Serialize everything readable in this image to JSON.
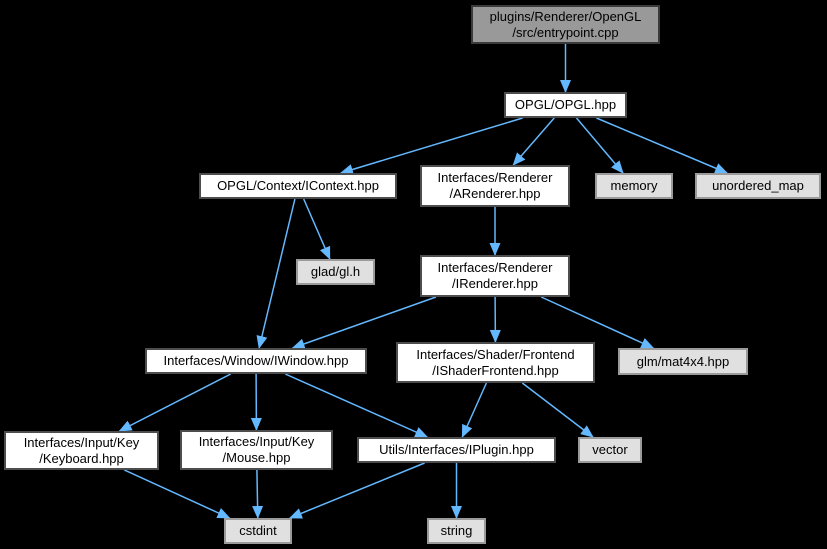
{
  "diagram": {
    "kind": "include-dependency-graph",
    "colors": {
      "background": "#000000",
      "edge": "#63b8ff"
    },
    "node_styles": {
      "root": {
        "fill": "#999999",
        "border": "#3a3a3a",
        "text": "#000000"
      },
      "file": {
        "fill": "#ffffff",
        "border": "#4d4d4d",
        "text": "#000000"
      },
      "system": {
        "fill": "#e0e0e0",
        "border": "#9a9a9a",
        "text": "#000000"
      }
    },
    "nodes": [
      {
        "id": "entrypoint",
        "label": "plugins/Renderer/OpenGL\n/src/entrypoint.cpp",
        "kind": "root"
      },
      {
        "id": "opgl",
        "label": "OPGL/OPGL.hpp",
        "kind": "file"
      },
      {
        "id": "icontext",
        "label": "OPGL/Context/IContext.hpp",
        "kind": "file"
      },
      {
        "id": "arenderer",
        "label": "Interfaces/Renderer\n/ARenderer.hpp",
        "kind": "file"
      },
      {
        "id": "memory",
        "label": "memory",
        "kind": "system"
      },
      {
        "id": "unordered_map",
        "label": "unordered_map",
        "kind": "system"
      },
      {
        "id": "glad",
        "label": "glad/gl.h",
        "kind": "system"
      },
      {
        "id": "irenderer",
        "label": "Interfaces/Renderer\n/IRenderer.hpp",
        "kind": "file"
      },
      {
        "id": "iwindow",
        "label": "Interfaces/Window/IWindow.hpp",
        "kind": "file"
      },
      {
        "id": "ishaderfrontend",
        "label": "Interfaces/Shader/Frontend\n/IShaderFrontend.hpp",
        "kind": "file"
      },
      {
        "id": "glm",
        "label": "glm/mat4x4.hpp",
        "kind": "system"
      },
      {
        "id": "keyboard",
        "label": "Interfaces/Input/Key\n/Keyboard.hpp",
        "kind": "file"
      },
      {
        "id": "mouse",
        "label": "Interfaces/Input/Key\n/Mouse.hpp",
        "kind": "file"
      },
      {
        "id": "iplugin",
        "label": "Utils/Interfaces/IPlugin.hpp",
        "kind": "file"
      },
      {
        "id": "vector",
        "label": "vector",
        "kind": "system"
      },
      {
        "id": "cstdint",
        "label": "cstdint",
        "kind": "system"
      },
      {
        "id": "string",
        "label": "string",
        "kind": "system"
      }
    ],
    "edges": [
      {
        "from": "entrypoint",
        "to": "opgl"
      },
      {
        "from": "opgl",
        "to": "icontext"
      },
      {
        "from": "opgl",
        "to": "arenderer"
      },
      {
        "from": "opgl",
        "to": "memory"
      },
      {
        "from": "opgl",
        "to": "unordered_map"
      },
      {
        "from": "icontext",
        "to": "glad"
      },
      {
        "from": "icontext",
        "to": "iwindow"
      },
      {
        "from": "arenderer",
        "to": "irenderer"
      },
      {
        "from": "irenderer",
        "to": "iwindow"
      },
      {
        "from": "irenderer",
        "to": "ishaderfrontend"
      },
      {
        "from": "irenderer",
        "to": "glm"
      },
      {
        "from": "iwindow",
        "to": "keyboard"
      },
      {
        "from": "iwindow",
        "to": "mouse"
      },
      {
        "from": "iwindow",
        "to": "iplugin"
      },
      {
        "from": "ishaderfrontend",
        "to": "iplugin"
      },
      {
        "from": "ishaderfrontend",
        "to": "vector"
      },
      {
        "from": "keyboard",
        "to": "cstdint"
      },
      {
        "from": "mouse",
        "to": "cstdint"
      },
      {
        "from": "iplugin",
        "to": "cstdint"
      },
      {
        "from": "iplugin",
        "to": "string"
      }
    ]
  }
}
